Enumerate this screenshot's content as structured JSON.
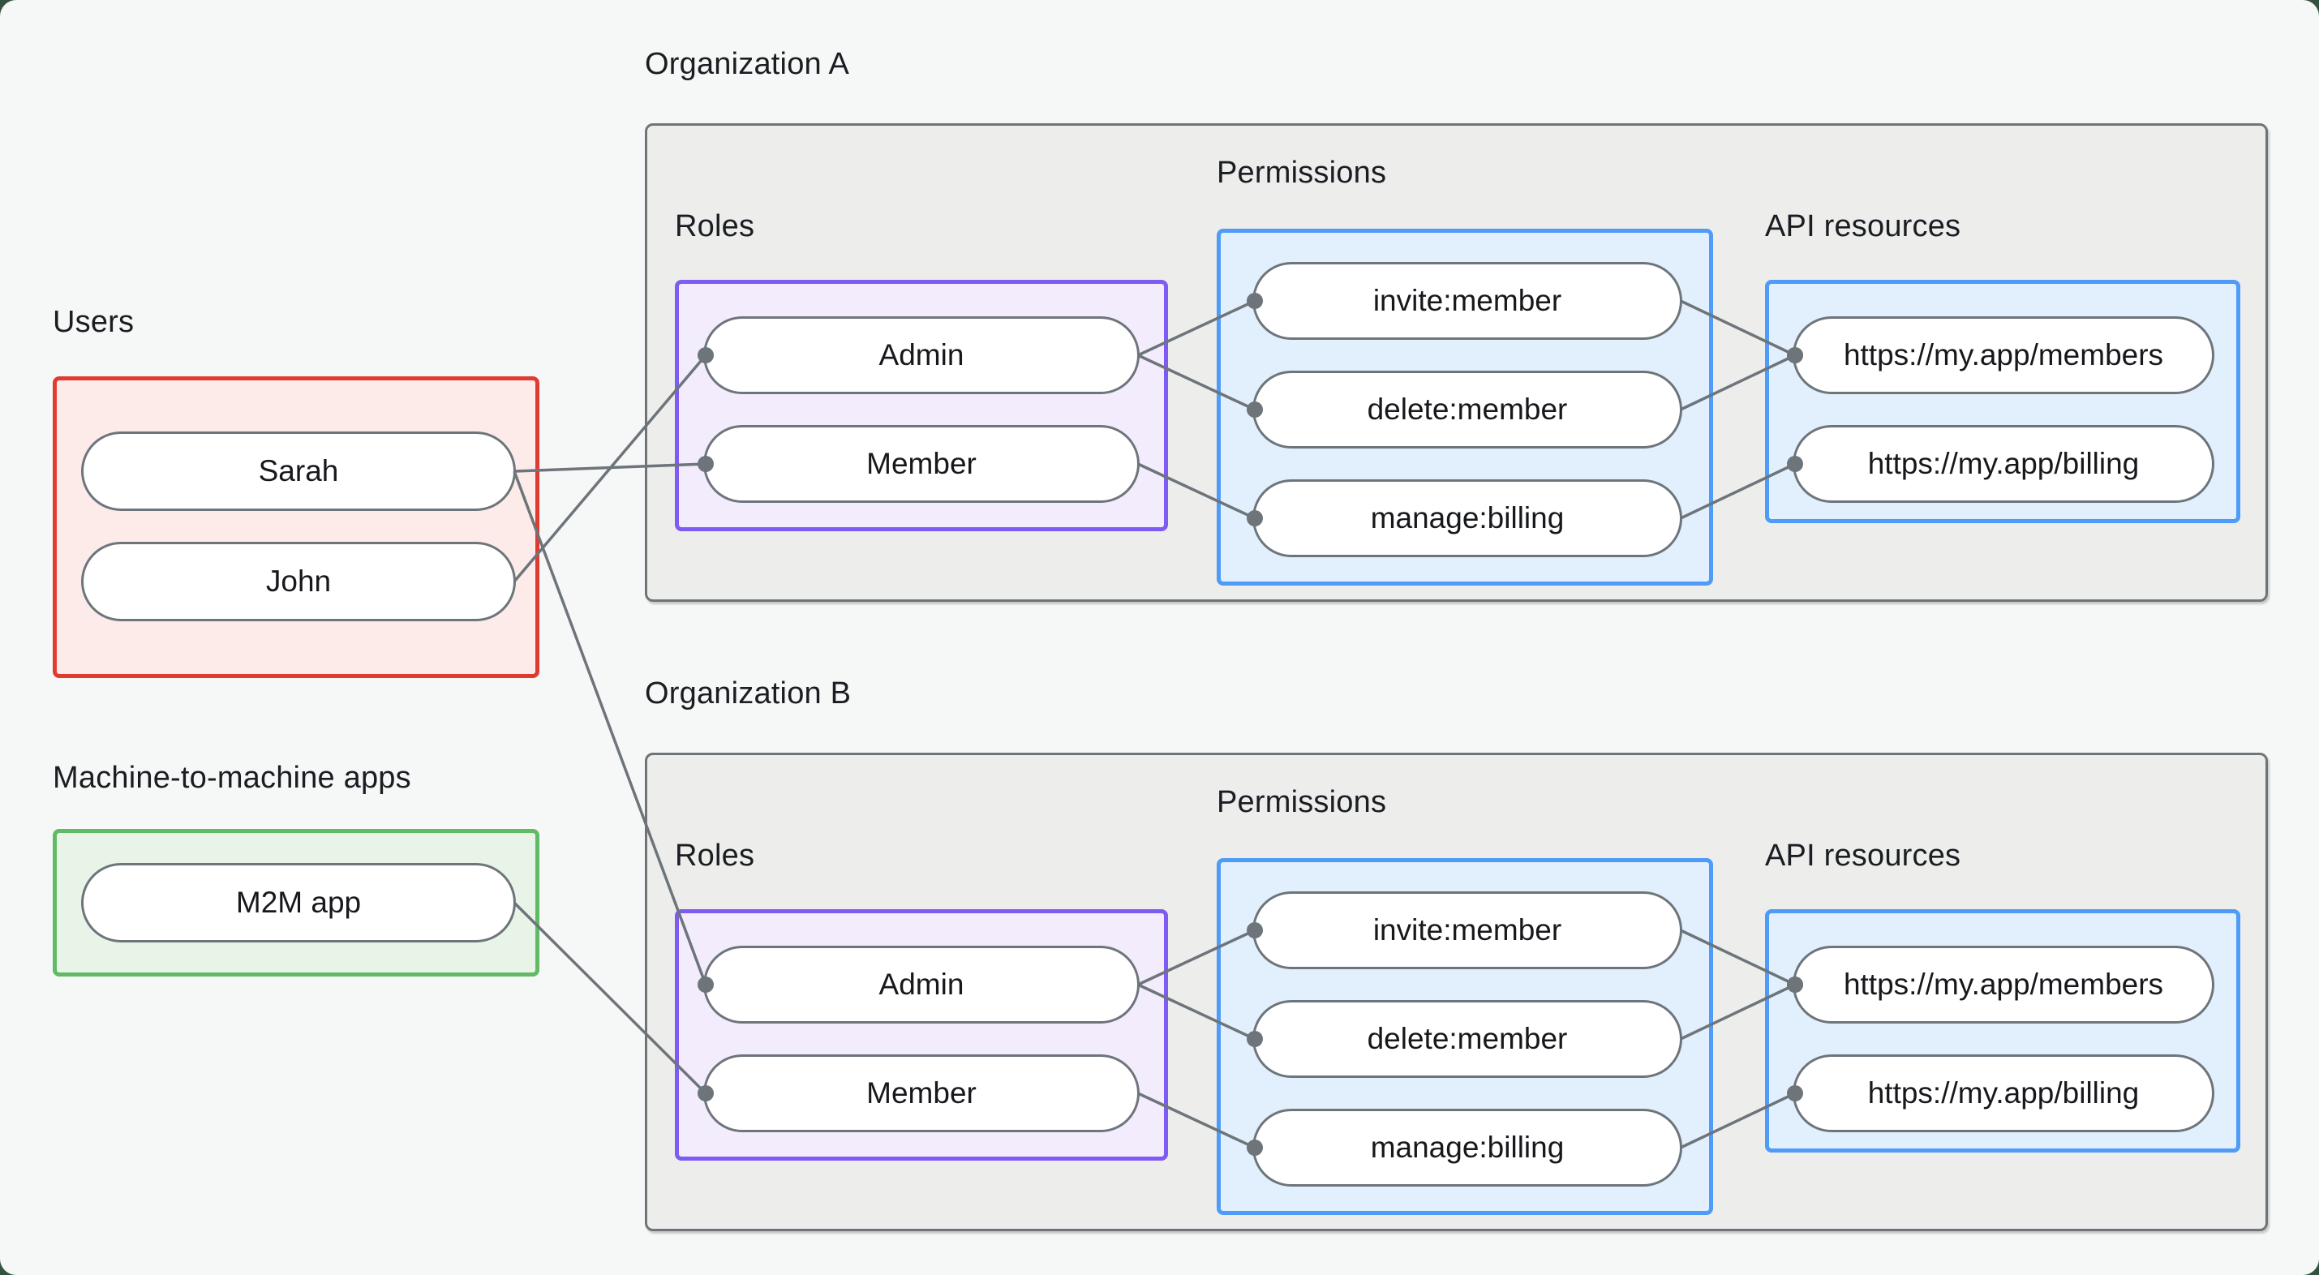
{
  "canvas": {
    "background": "#f6f8f7",
    "outside": "#35523f"
  },
  "colors": {
    "canvas_bg": "#f6f8f7",
    "outside_bg": "#35523f",
    "users_border": "#e03b31",
    "users_fill": "#fcebe9",
    "m2m_border": "#61ba64",
    "m2m_fill": "#e9f4e9",
    "org_border": "#6e7478",
    "org_fill": "#ededec",
    "roles_border": "#7e5cf2",
    "roles_fill": "#f2ecfc",
    "blue_border": "#4f9bf8",
    "blue_fill": "#e2effc",
    "node_border": "#6d757a",
    "node_fill": "#ffffff",
    "edge": "#6d747a",
    "text": "#1a1d21"
  },
  "users": {
    "label": "Users",
    "nodes": [
      {
        "id": "sarah",
        "label": "Sarah"
      },
      {
        "id": "john",
        "label": "John"
      }
    ]
  },
  "m2m_apps": {
    "label": "Machine-to-machine apps",
    "nodes": [
      {
        "id": "m2m",
        "label": "M2M app"
      }
    ]
  },
  "org_a": {
    "label": "Organization A",
    "roles": {
      "label": "Roles",
      "nodes": [
        {
          "id": "orga-admin",
          "label": "Admin"
        },
        {
          "id": "orga-member",
          "label": "Member"
        }
      ]
    },
    "permissions": {
      "label": "Permissions",
      "nodes": [
        {
          "id": "orga-invite",
          "label": "invite:member"
        },
        {
          "id": "orga-delete",
          "label": "delete:member"
        },
        {
          "id": "orga-manage",
          "label": "manage:billing"
        }
      ]
    },
    "api_resources": {
      "label": "API resources",
      "nodes": [
        {
          "id": "orga-members",
          "label": "https://my.app/members"
        },
        {
          "id": "orga-billing",
          "label": "https://my.app/billing"
        }
      ]
    }
  },
  "org_b": {
    "label": "Organization B",
    "roles": {
      "label": "Roles",
      "nodes": [
        {
          "id": "orgb-admin",
          "label": "Admin"
        },
        {
          "id": "orgb-member",
          "label": "Member"
        }
      ]
    },
    "permissions": {
      "label": "Permissions",
      "nodes": [
        {
          "id": "orgb-invite",
          "label": "invite:member"
        },
        {
          "id": "orgb-delete",
          "label": "delete:member"
        },
        {
          "id": "orgb-manage",
          "label": "manage:billing"
        }
      ]
    },
    "api_resources": {
      "label": "API resources",
      "nodes": [
        {
          "id": "orgb-members",
          "label": "https://my.app/members"
        },
        {
          "id": "orgb-billing",
          "label": "https://my.app/billing"
        }
      ]
    }
  },
  "edges": [
    [
      "sarah",
      "orga-member"
    ],
    [
      "john",
      "orga-admin"
    ],
    [
      "sarah",
      "orgb-admin"
    ],
    [
      "m2m",
      "orgb-member"
    ],
    [
      "orga-admin",
      "orga-invite"
    ],
    [
      "orga-admin",
      "orga-delete"
    ],
    [
      "orga-member",
      "orga-manage"
    ],
    [
      "orga-invite",
      "orga-members"
    ],
    [
      "orga-delete",
      "orga-members"
    ],
    [
      "orga-manage",
      "orga-billing"
    ],
    [
      "orgb-admin",
      "orgb-invite"
    ],
    [
      "orgb-admin",
      "orgb-delete"
    ],
    [
      "orgb-member",
      "orgb-manage"
    ],
    [
      "orgb-invite",
      "orgb-members"
    ],
    [
      "orgb-delete",
      "orgb-members"
    ],
    [
      "orgb-manage",
      "orgb-billing"
    ]
  ]
}
